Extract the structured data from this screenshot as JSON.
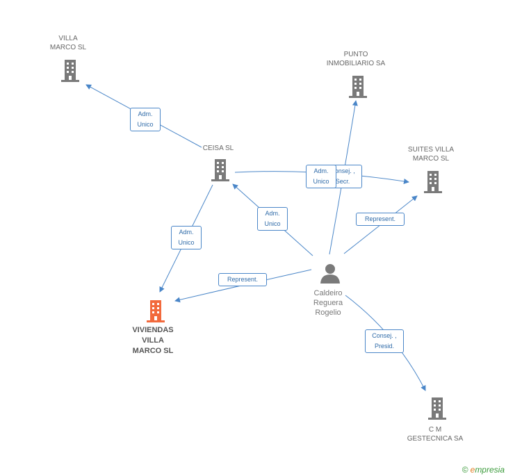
{
  "colors": {
    "edge": "#4a86c8",
    "building": "#7a7a7a",
    "building_main": "#f26a3d",
    "person": "#7a7a7a"
  },
  "nodes": {
    "villa_marco": "VILLA\nMARCO SL",
    "punto": "PUNTO\nINMOBILIARIO SA",
    "ceisa": "CEISA SL",
    "suites": "SUITES VILLA\nMARCO SL",
    "viviendas": "VIVIENDAS\nVILLA\nMARCO SL",
    "person": "Caldeiro\nReguera\nRogelio",
    "cm": "C M\nGESTECNICA SA"
  },
  "edges": {
    "adm_villa": "Adm.\nUnico",
    "adm_ceisa_suites": "Adm.\nUnico",
    "consej_secr": "Consej. ,\nSecr.",
    "adm_person_ceisa": "Adm.\nUnico",
    "adm_ceisa_viviendas": "Adm.\nUnico",
    "represent_suites": "Represent.",
    "represent_viviendas": "Represent.",
    "consej_presid": "Consej. ,\nPresid."
  },
  "footer": {
    "copyright": "©",
    "brand_e": "e",
    "brand_rest": "mpresia"
  }
}
